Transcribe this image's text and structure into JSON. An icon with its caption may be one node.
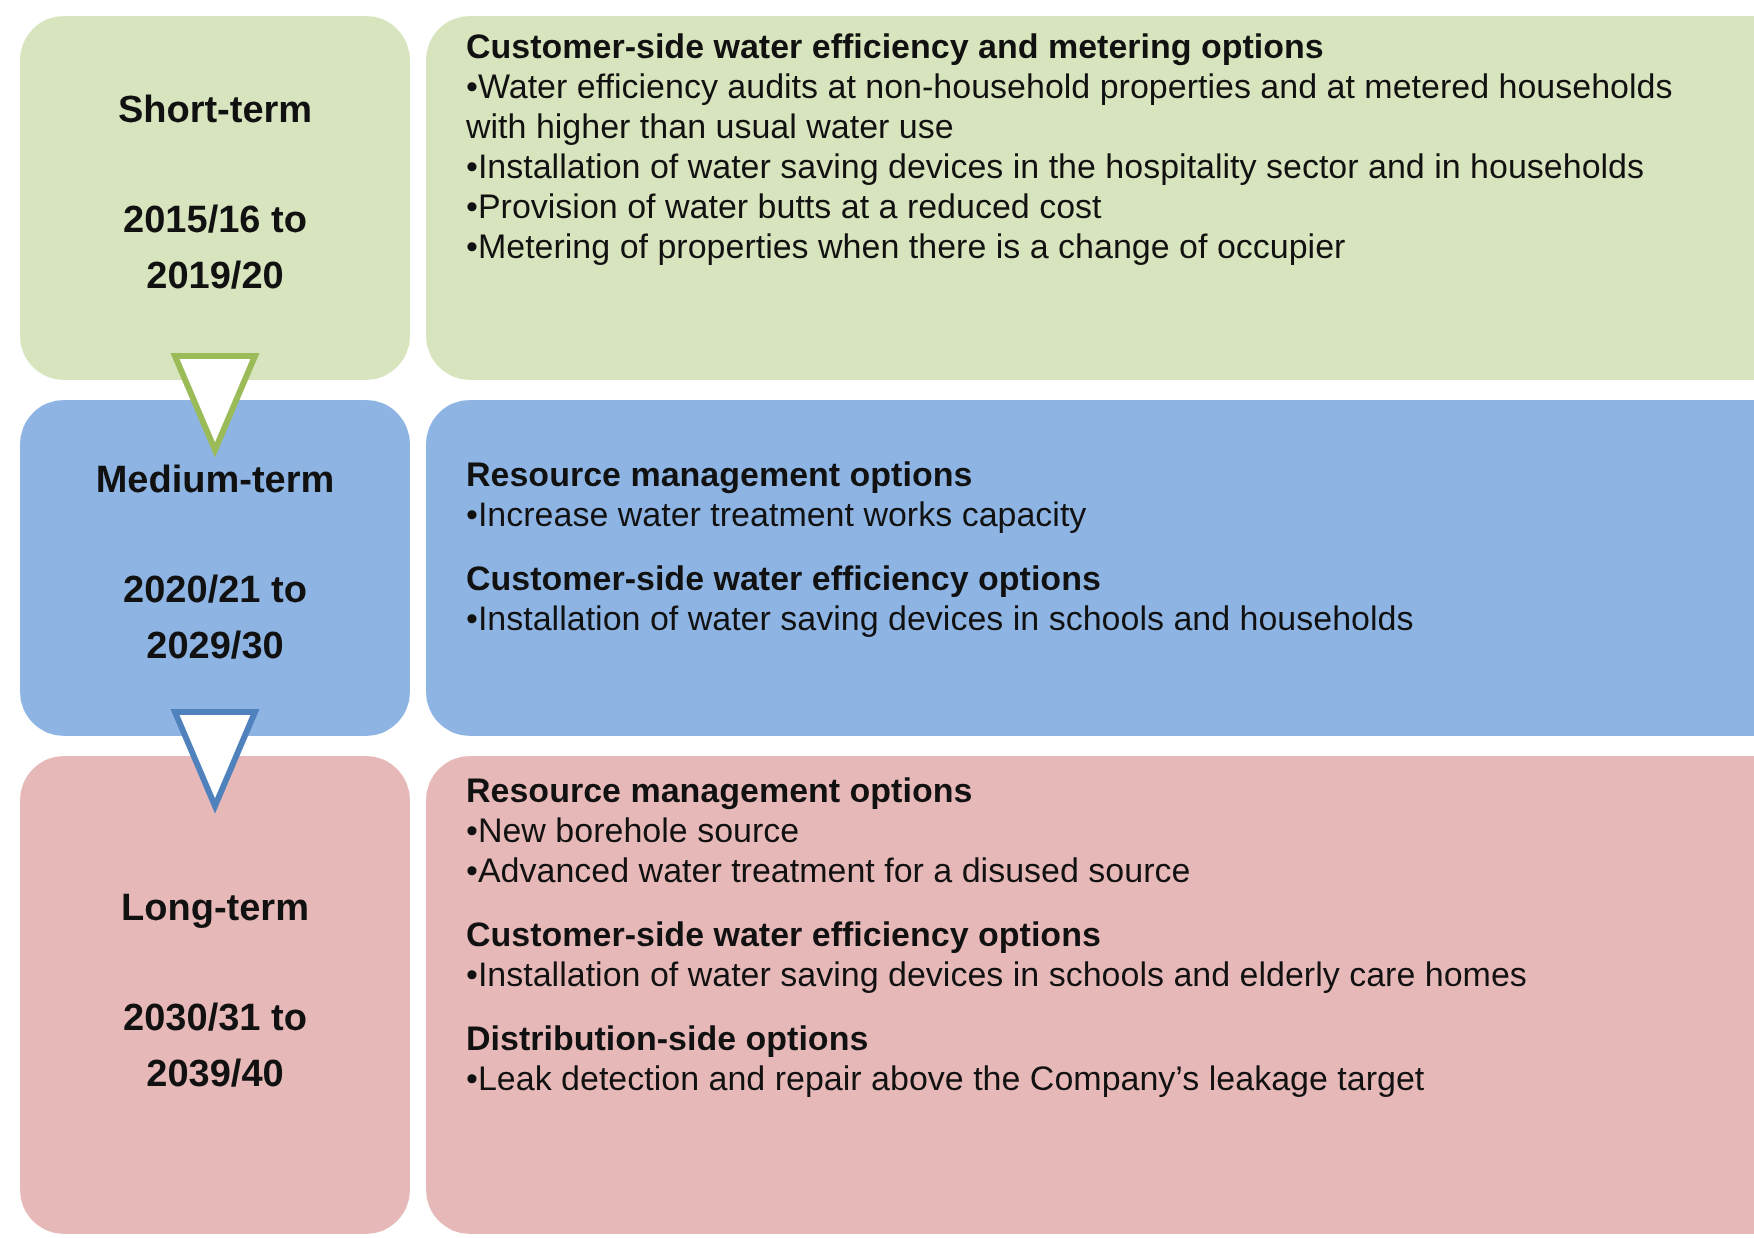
{
  "diagram": {
    "nodes": [
      {
        "text": [
          "Short-term",
          "2015/16 to 2019/20"
        ]
      },
      {
        "text": [
          "Medium-term",
          "2020/21 to 2029/30"
        ]
      },
      {
        "text": [
          "Long-term",
          "2030/31 to 2039/40"
        ]
      },
      {
        "text": [
          "Customer-side water efficiency and metering options",
          "•Water efficiency audits at non-household properties and at metered households with higher than usual water use",
          "•Installation of water saving devices in the hospitality sector and in households",
          "•Provision of water butts at a reduced cost",
          "•Metering of properties when there is a change of occupier"
        ]
      },
      {
        "text": [
          "Resource management options",
          "•Increase water treatment works capacity",
          "Customer-side water efficiency options",
          "•Installation of water saving devices in schools and households"
        ]
      },
      {
        "text": [
          "Resource management options",
          "•New borehole source",
          "•Advanced water treatment for a disused source",
          "Customer-side water efficiency options",
          "•Installation of water saving devices in schools and elderly care homes",
          "Distribution-side options",
          "•Leak detection and repair above the Company’s leakage target"
        ]
      }
    ],
    "edges": [
      {
        "from": 0,
        "to": 1,
        "arrow": "to",
        "color": "#9bbb59"
      },
      {
        "from": 1,
        "to": 2,
        "arrow": "to",
        "color": "#4f81bd"
      }
    ]
  }
}
